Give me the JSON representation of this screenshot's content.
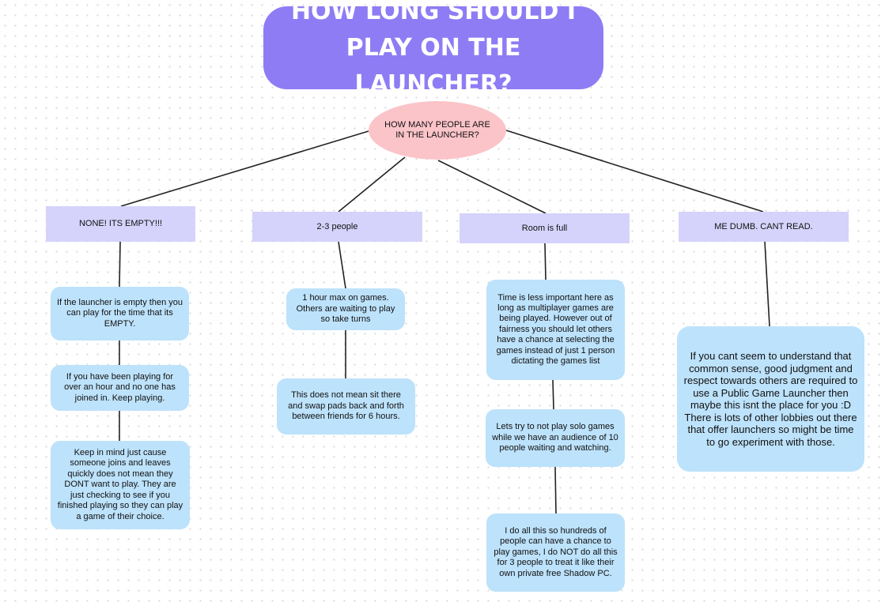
{
  "title": "HOW LONG SHOULD I PLAY ON THE LAUNCHER?",
  "question": "HOW MANY PEOPLE ARE IN THE LAUNCHER?",
  "categories": {
    "empty": "NONE! ITS EMPTY!!!",
    "few": "2-3 people",
    "full": "Room is full",
    "dumb": "ME DUMB. CANT READ."
  },
  "notes": {
    "empty_1": "If the launcher is empty then you can play for the time that its EMPTY.",
    "empty_2": "If you have been playing for over an hour and no one has joined in. Keep playing.",
    "empty_3": "Keep in mind just cause someone joins and leaves quickly does not mean they DONT want to play. They are just checking to see if you finished playing so they can play a game of their choice.",
    "few_1": "1 hour max on games. Others are waiting to play so take turns",
    "few_2": "This does not mean sit there and swap pads back and forth between friends for 6 hours.",
    "full_1": "Time is less important here as long as multiplayer games are being played. However out of fairness you should let others have a chance at selecting the games instead of just 1 person dictating the games list",
    "full_2": "Lets try to not play solo games while we have an audience of 10 people waiting and watching.",
    "full_3": "I do all this so hundreds of people can have a chance to play games, I do NOT do all this for 3 people to treat it like their own private free Shadow PC.",
    "dumb_1": "If you cant seem to understand that common sense, good judgment and respect towards others are required to use a Public Game Launcher then maybe this isnt the place for you :D There is lots of other lobbies out there that offer launchers so might be time to go experiment with those."
  },
  "colors": {
    "title_bg": "#8e7cf5",
    "question_bg": "#fbc4c9",
    "category_bg": "#d5d3fb",
    "note_bg": "#bde2fb",
    "connector": "#222222"
  }
}
